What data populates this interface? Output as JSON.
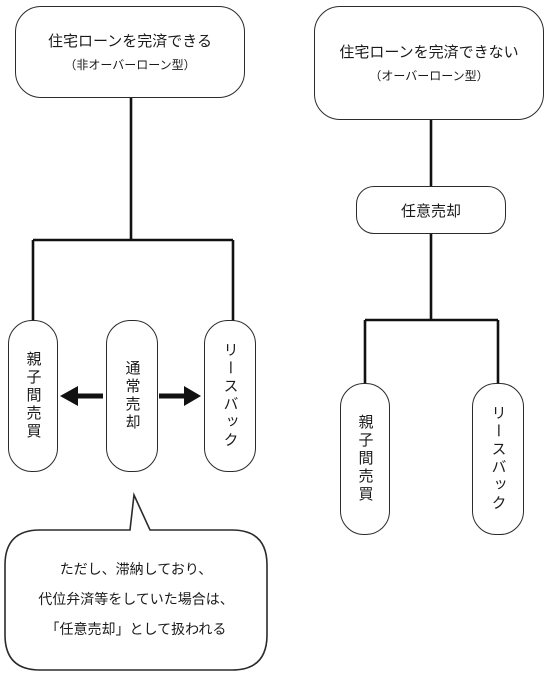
{
  "left_root": {
    "line1": "住宅ローンを完済できる",
    "line2": "（非オーバーローン型）"
  },
  "right_root": {
    "line1": "住宅ローンを完済できない",
    "line2": "（オーバーローン型）"
  },
  "right_mid": "任意売却",
  "left_leaves": [
    "親子間売買",
    "通常売却",
    "リースバック"
  ],
  "right_leaves": [
    "親子間売買",
    "リースバック"
  ],
  "note": {
    "line1": "ただし、滞納しており、",
    "line2": "代位弁済等をしていた場合は、",
    "line3": "「任意売却」として扱われる"
  },
  "colors": {
    "stroke": "#2b2b2b",
    "text": "#1a1a1a",
    "background": "#ffffff"
  }
}
